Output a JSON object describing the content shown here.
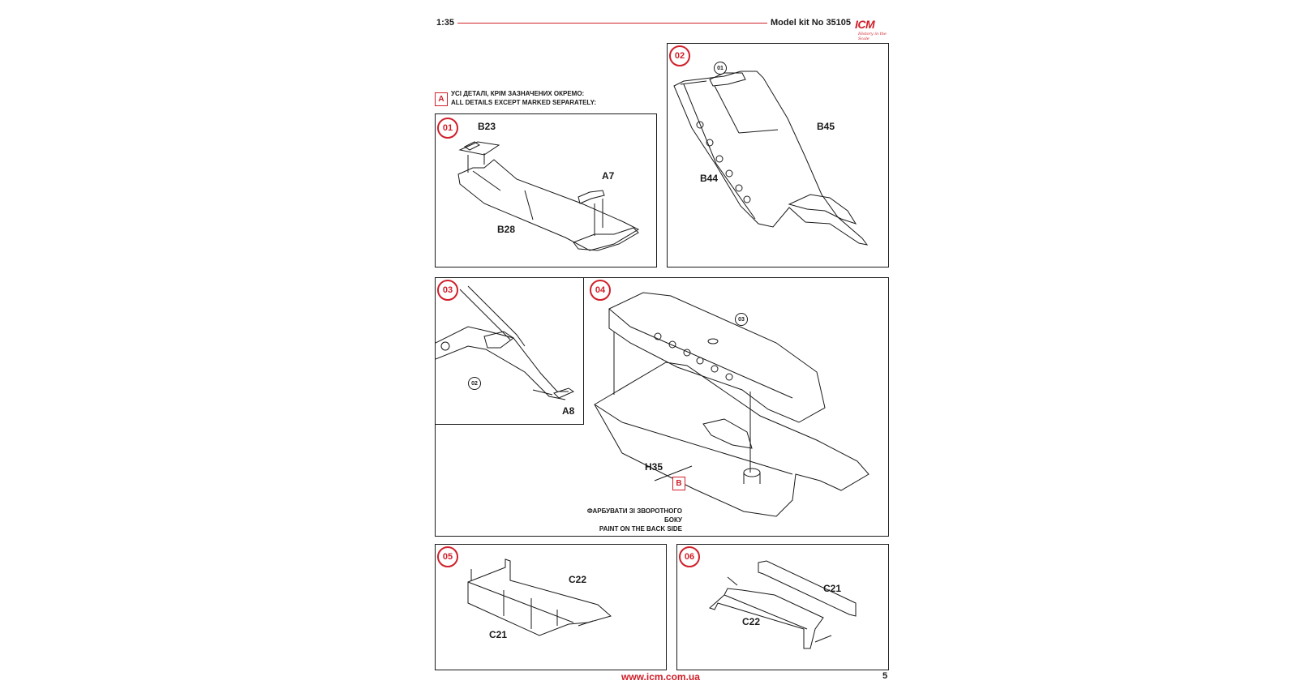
{
  "header": {
    "scale": "1:35",
    "kit": "Model kit No 35105",
    "logo": "ICM",
    "logo_tagline": "History in the Scale"
  },
  "legend": {
    "letter": "A",
    "line1": "УСІ ДЕТАЛІ, КРІМ ЗАЗНАЧЕНИХ ОКРЕМО:",
    "line2": "ALL DETAILS EXCEPT MARKED SEPARATELY:"
  },
  "steps": {
    "s01": {
      "number": "01",
      "parts": [
        "B23",
        "A7",
        "B28"
      ]
    },
    "s02": {
      "number": "02",
      "ref": "01",
      "parts": [
        "B45",
        "B44"
      ]
    },
    "s03": {
      "number": "03",
      "ref": "02",
      "parts": [
        "A8"
      ]
    },
    "s04": {
      "number": "04",
      "ref": "03",
      "parts": [
        "H35"
      ],
      "letter": "B",
      "note_ua": "ФАРБУВАТИ ЗІ ЗВОРОТНОГО БОКУ",
      "note_en": "PAINT ON THE BACK SIDE"
    },
    "s05": {
      "number": "05",
      "parts": [
        "C22",
        "C21"
      ]
    },
    "s06": {
      "number": "06",
      "parts": [
        "C21",
        "C22"
      ]
    }
  },
  "footer": {
    "url": "www.icm.com.ua",
    "page": "5"
  },
  "colors": {
    "accent": "#d0202a",
    "ink": "#1a1a1a"
  }
}
